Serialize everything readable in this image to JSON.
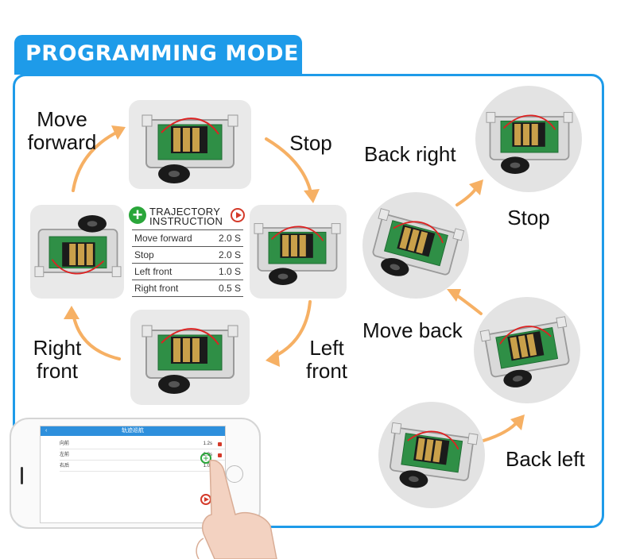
{
  "banner": {
    "title": "PROGRAMMING MODE"
  },
  "cycle_labels": {
    "move_forward": "Move\nforward",
    "stop": "Stop",
    "left_front": "Left\nfront",
    "right_front": "Right\nfront"
  },
  "trajectory": {
    "title_line1": "TRAJECTORY",
    "title_line2": "INSTRUCTION",
    "rows": [
      {
        "action": "Move forward",
        "time": "2.0 S"
      },
      {
        "action": "Stop",
        "time": "2.0 S"
      },
      {
        "action": "Left front",
        "time": "1.0 S"
      },
      {
        "action": "Right front",
        "time": "0.5 S"
      }
    ]
  },
  "right_labels": {
    "back_right": "Back right",
    "stop": "Stop",
    "move_back": "Move back",
    "back_left": "Back left"
  },
  "phone_app": {
    "header": "轨迹巡航",
    "rows": [
      {
        "action": "向前",
        "time": "1.2s"
      },
      {
        "action": "左前",
        "time": "2.9s"
      },
      {
        "action": "右后",
        "time": "1.0s"
      }
    ]
  },
  "colors": {
    "accent": "#1e9be9",
    "arrow": "#f6b064",
    "add_green": "#2aa63a",
    "play_red": "#d43a2a"
  }
}
